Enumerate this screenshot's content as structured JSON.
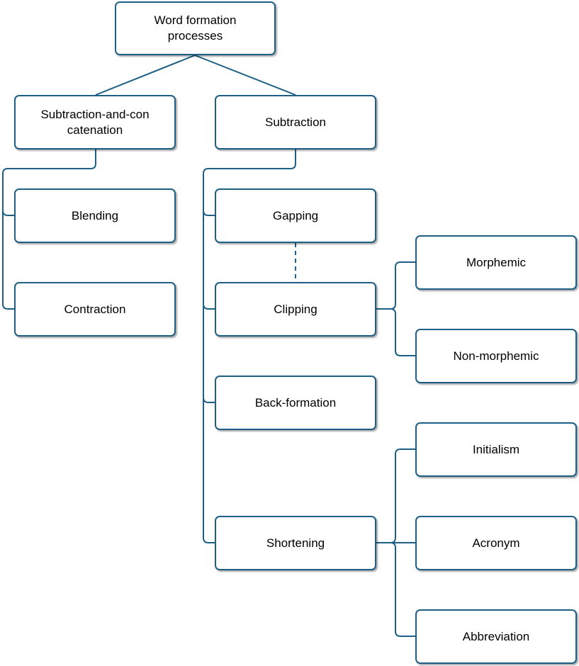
{
  "colors": {
    "line": "#1e5f86",
    "border": "#1e5f86",
    "background": "#ffffff",
    "text": "#000000"
  },
  "nodes": {
    "root": {
      "label": "Word formation processes"
    },
    "subtraction_and_concatenation": {
      "label": "Subtraction-and-concatenation"
    },
    "subtraction": {
      "label": "Subtraction"
    },
    "blending": {
      "label": "Blending"
    },
    "contraction": {
      "label": "Contraction"
    },
    "gapping": {
      "label": "Gapping"
    },
    "clipping": {
      "label": "Clipping"
    },
    "back_formation": {
      "label": "Back-formation"
    },
    "shortening": {
      "label": "Shortening"
    },
    "morphemic": {
      "label": "Morphemic"
    },
    "non_morphemic": {
      "label": "Non-morphemic"
    },
    "initialism": {
      "label": "Initialism"
    },
    "acronym": {
      "label": "Acronym"
    },
    "abbreviation": {
      "label": "Abbreviation"
    }
  },
  "edges": [
    {
      "from": "root",
      "to": "subtraction_and_concatenation",
      "style": "solid"
    },
    {
      "from": "root",
      "to": "subtraction",
      "style": "solid"
    },
    {
      "from": "subtraction_and_concatenation",
      "to": "blending",
      "style": "solid"
    },
    {
      "from": "subtraction_and_concatenation",
      "to": "contraction",
      "style": "solid"
    },
    {
      "from": "subtraction",
      "to": "gapping",
      "style": "solid"
    },
    {
      "from": "subtraction",
      "to": "clipping",
      "style": "solid"
    },
    {
      "from": "subtraction",
      "to": "back_formation",
      "style": "solid"
    },
    {
      "from": "subtraction",
      "to": "shortening",
      "style": "solid"
    },
    {
      "from": "gapping",
      "to": "clipping",
      "style": "dashed"
    },
    {
      "from": "clipping",
      "to": "morphemic",
      "style": "solid"
    },
    {
      "from": "clipping",
      "to": "non_morphemic",
      "style": "solid"
    },
    {
      "from": "shortening",
      "to": "initialism",
      "style": "solid"
    },
    {
      "from": "shortening",
      "to": "acronym",
      "style": "solid"
    },
    {
      "from": "shortening",
      "to": "abbreviation",
      "style": "solid"
    }
  ]
}
